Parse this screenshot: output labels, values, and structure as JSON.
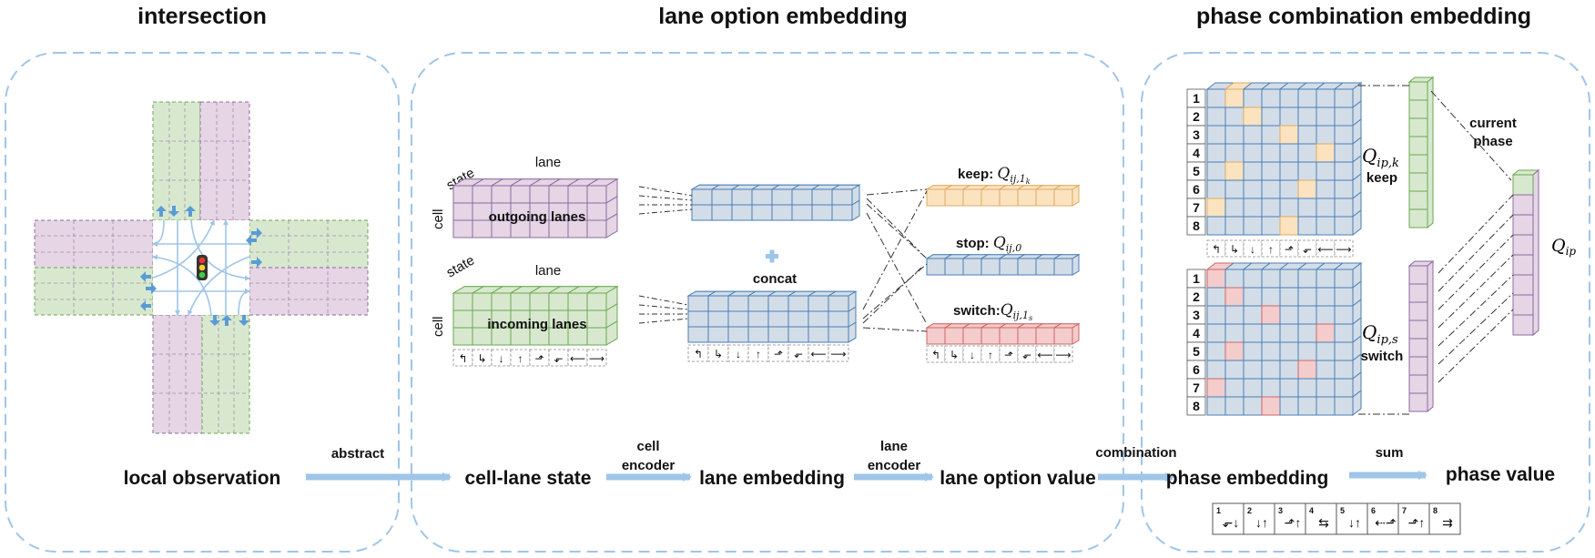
{
  "sections": {
    "intersection": "intersection",
    "lane_option": "lane option embedding",
    "phase_combination": "phase combination embedding"
  },
  "pipeline": {
    "local_observation": "local observation",
    "abstract": "abstract",
    "cell_lane_state": "cell-lane state",
    "cell_encoder_1": "cell",
    "cell_encoder_2": "encoder",
    "lane_embedding": "lane embedding",
    "lane_encoder_1": "lane",
    "lane_encoder_2": "encoder",
    "lane_option_value": "lane option value",
    "combination": "combination",
    "phase_embedding": "phase embedding",
    "sum": "sum",
    "phase_value": "phase value"
  },
  "lane_block": {
    "state": "state",
    "lane": "lane",
    "cell": "cell",
    "outgoing": "outgoing lanes",
    "incoming": "incoming lanes",
    "concat": "concat"
  },
  "options": {
    "keep_label": "keep",
    "keep_sym": "Q",
    "keep_sub": "ij,1",
    "keep_subsub": "k",
    "stop_label": "stop",
    "stop_sym": "Q",
    "stop_sub": "ij,0",
    "switch_label": "switch",
    "switch_sym": "Q",
    "switch_sub": "ij,1",
    "switch_subsub": "s"
  },
  "phase": {
    "row_numbers": [
      "1",
      "2",
      "3",
      "4",
      "5",
      "6",
      "7",
      "8"
    ],
    "q_keep_sym": "Q",
    "q_keep_sub": "ip,k",
    "keep": "keep",
    "q_switch_sym": "Q",
    "q_switch_sub": "ip,s",
    "switch": "switch",
    "current_phase_1": "current",
    "current_phase_2": "phase",
    "q_ip_sym": "Q",
    "q_ip_sub": "ip"
  },
  "legend_numbers": [
    "1",
    "2",
    "3",
    "4",
    "5",
    "6",
    "7",
    "8"
  ],
  "colors": {
    "dashed_border": "#9fc5e8",
    "arrow": "#9fc5e8",
    "blue_cell": "#d3dde8",
    "blue_stroke": "#4a7fb5",
    "purple_cell": "#e5d5e5",
    "purple_stroke": "#8a6ba0",
    "green_cell": "#d8e8cf",
    "green_stroke": "#6aa84f",
    "orange_cell": "#fbe3c0",
    "orange_stroke": "#e0a960",
    "red_cell": "#f4cccc",
    "red_stroke": "#cc6666"
  },
  "phase_highlights": {
    "keep": [
      [
        0,
        1
      ],
      [
        1,
        2
      ],
      [
        2,
        4
      ],
      [
        3,
        6
      ],
      [
        4,
        1
      ],
      [
        5,
        5
      ],
      [
        6,
        0
      ],
      [
        7,
        4
      ]
    ],
    "switch": [
      [
        0,
        0
      ],
      [
        1,
        1
      ],
      [
        2,
        3
      ],
      [
        3,
        6
      ],
      [
        4,
        1
      ],
      [
        5,
        5
      ],
      [
        6,
        0
      ],
      [
        7,
        3
      ]
    ]
  }
}
